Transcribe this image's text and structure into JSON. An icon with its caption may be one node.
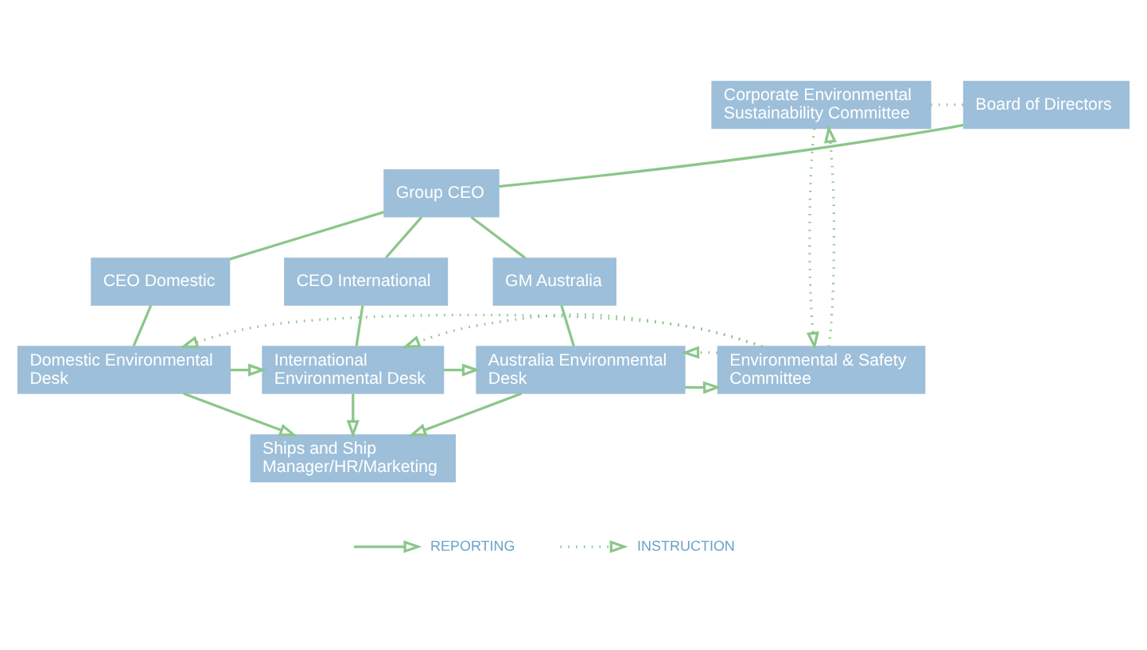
{
  "diagram": {
    "nodes": [
      {
        "text": [
          "Board of Directors"
        ]
      },
      {
        "text": [
          "Group CEO"
        ]
      },
      {
        "text": [
          "Corporate Environmental Sustainability Committee"
        ]
      },
      {
        "text": [
          "CEO Domestic"
        ]
      },
      {
        "text": [
          "CEO International"
        ]
      },
      {
        "text": [
          "GM Australia"
        ]
      },
      {
        "text": [
          "Environmental & Safety Committee"
        ]
      },
      {
        "text": [
          "Domestic Environmental Desk"
        ]
      },
      {
        "text": [
          "International Environmental Desk"
        ]
      },
      {
        "text": [
          "Australia Environmental Desk"
        ]
      },
      {
        "text": [
          "Ships and Ship Manager/HR/Marketing"
        ]
      }
    ],
    "edges": [
      {
        "from": 0,
        "to": 1,
        "arrow": "none"
      },
      {
        "from": 2,
        "to": 0,
        "arrow": "none",
        "style": "dashed"
      },
      {
        "from": 1,
        "to": 3,
        "arrow": "none"
      },
      {
        "from": 1,
        "to": 4,
        "arrow": "none"
      },
      {
        "from": 1,
        "to": 5,
        "arrow": "none"
      },
      {
        "from": 3,
        "to": 7,
        "arrow": "none"
      },
      {
        "from": 4,
        "to": 8,
        "arrow": "none"
      },
      {
        "from": 5,
        "to": 9,
        "arrow": "none"
      },
      {
        "from": 7,
        "to": 8,
        "arrow": "to"
      },
      {
        "from": 8,
        "to": 9,
        "arrow": "to"
      },
      {
        "from": 9,
        "to": 6,
        "arrow": "to"
      },
      {
        "from": 6,
        "to": 2,
        "arrow": "to",
        "style": "dashed"
      },
      {
        "from": 2,
        "to": 6,
        "arrow": "to",
        "style": "dashed"
      },
      {
        "from": 6,
        "to": 7,
        "arrow": "to",
        "style": "dashed"
      },
      {
        "from": 6,
        "to": 8,
        "arrow": "to",
        "style": "dashed"
      },
      {
        "from": 6,
        "to": 9,
        "arrow": "to",
        "style": "dashed"
      },
      {
        "from": 7,
        "to": 10,
        "arrow": "to"
      },
      {
        "from": 8,
        "to": 10,
        "arrow": "to"
      },
      {
        "from": 9,
        "to": 10,
        "arrow": "to"
      }
    ],
    "legend": [
      {
        "text": "REPORTING"
      },
      {
        "text": "INSTRUCTION"
      }
    ]
  }
}
